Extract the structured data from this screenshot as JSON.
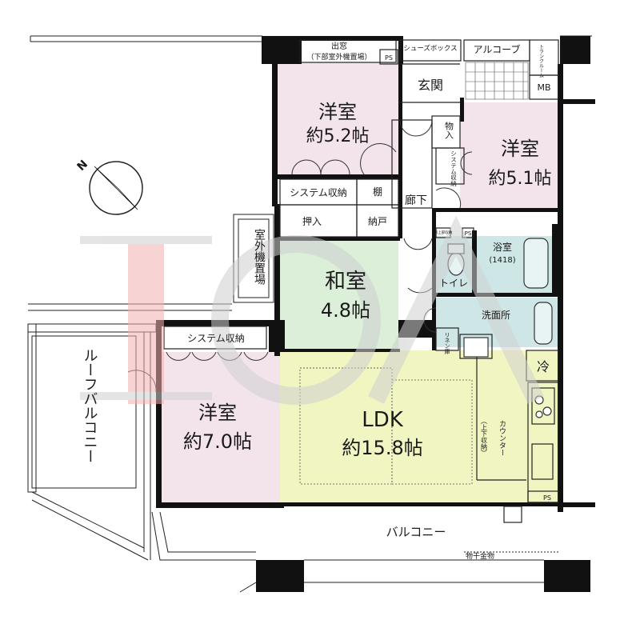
{
  "rooms": {
    "western1": {
      "name": "洋室",
      "size": "約5.2帖"
    },
    "western2": {
      "name": "洋室",
      "size": "約5.1帖"
    },
    "western3": {
      "name": "洋室",
      "size": "約7.0帖"
    },
    "japanese": {
      "name": "和室",
      "size": "4.8帖"
    },
    "ldk": {
      "name": "LDK",
      "size": "約15.8帖"
    }
  },
  "labels": {
    "demado": "出窓",
    "demado_sub": "（下部室外機置場）",
    "ps": "PS",
    "shoes_box": "シューズボックス",
    "alcove": "アルコーブ",
    "trunk_room": "トランクルーム",
    "mb": "MB",
    "genkan": "玄関",
    "mono": "物入",
    "system_storage_small": "システム収納",
    "system_storage": "システム収納",
    "tana": "棚",
    "oshiire": "押入",
    "nando": "納戸",
    "rouka": "廊下",
    "outdoor_unit": "室外機置場",
    "bath": "浴室",
    "bath_size": "(1418)",
    "toilet": "トイレ",
    "washroom": "洗面所",
    "linen": "リネン庫",
    "toilet_storage": "吊上部収納",
    "reizoko": "冷",
    "counter": "カウンター",
    "counter_sub": "（上下収納）",
    "roof_balcony": "ルーフバルコニー",
    "balcony": "バルコニー",
    "monohoshi": "物干金物"
  },
  "watermark": {
    "text": "IOA",
    "compass": "N"
  },
  "colors": {
    "western": "#f3e4ec",
    "japanese": "#dcefd8",
    "ldk": "#f1f5c2",
    "wet": "#cfe6e6",
    "wall": "#111111",
    "watermark_gray": "#cfcfcf",
    "watermark_red": "#f4b0b0"
  }
}
